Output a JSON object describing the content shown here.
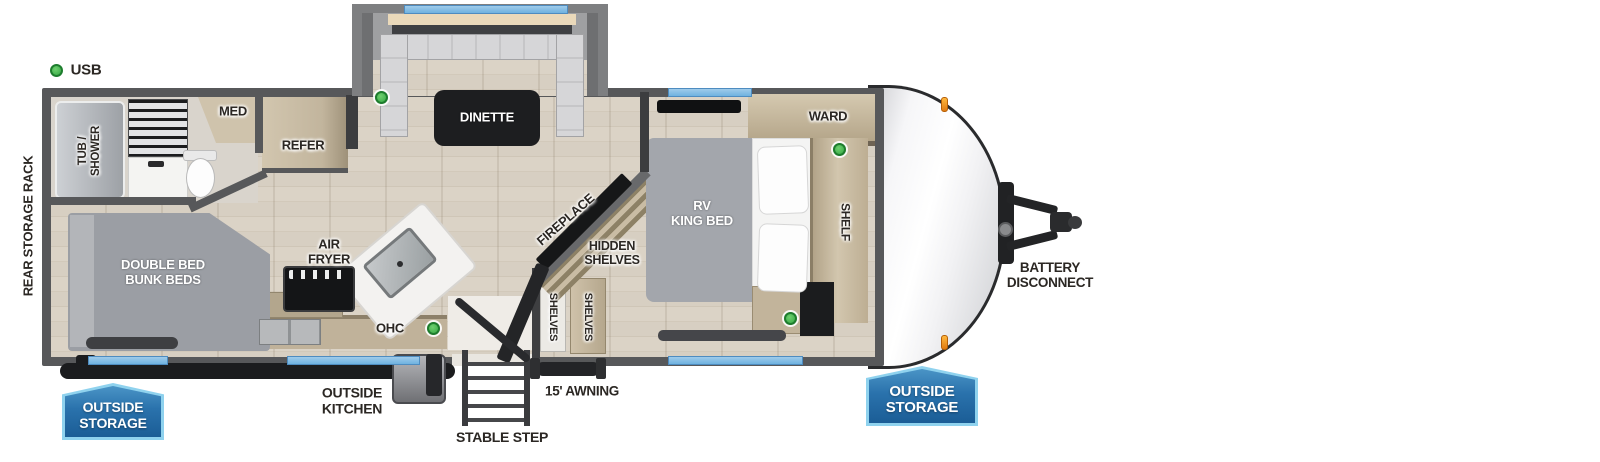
{
  "legend": {
    "usb": "USB"
  },
  "exterior": {
    "rear_storage_rack": "REAR STORAGE RACK",
    "outside_storage_left": "OUTSIDE\nSTORAGE",
    "outside_kitchen": "OUTSIDE\nKITCHEN",
    "stable_step": "STABLE STEP",
    "awning": "15' AWNING",
    "outside_storage_right": "OUTSIDE\nSTORAGE",
    "battery_disconnect": "BATTERY\nDISCONNECT"
  },
  "bathroom": {
    "tub_shower": "TUB /\nSHOWER",
    "med": "MED"
  },
  "kitchen": {
    "refer": "REFER",
    "air_fryer": "AIR\nFRYER",
    "ohc": "OHC"
  },
  "dinette": {
    "label": "DINETTE"
  },
  "living": {
    "fireplace": "FIREPLACE",
    "hidden_shelves": "HIDDEN\nSHELVES",
    "shelves_a": "SHELVES",
    "shelves_b": "SHELVES"
  },
  "bunk_room": {
    "label": "DOUBLE BED\nBUNK BEDS"
  },
  "bedroom": {
    "bed": "RV\nKING BED",
    "ward": "WARD",
    "shelf": "SHELF"
  },
  "colors": {
    "wall": "#57585a",
    "floor": "#d8d0c4",
    "window_blue": "#7db8e2",
    "badge_blue": "#2a72ac",
    "badge_border": "#8fd2ee",
    "usb_green": "#35a844",
    "clearance_orange": "#f5a623",
    "cabinet_tan": "#c6b9a1",
    "cushion_gray": "#a2a5ab"
  }
}
